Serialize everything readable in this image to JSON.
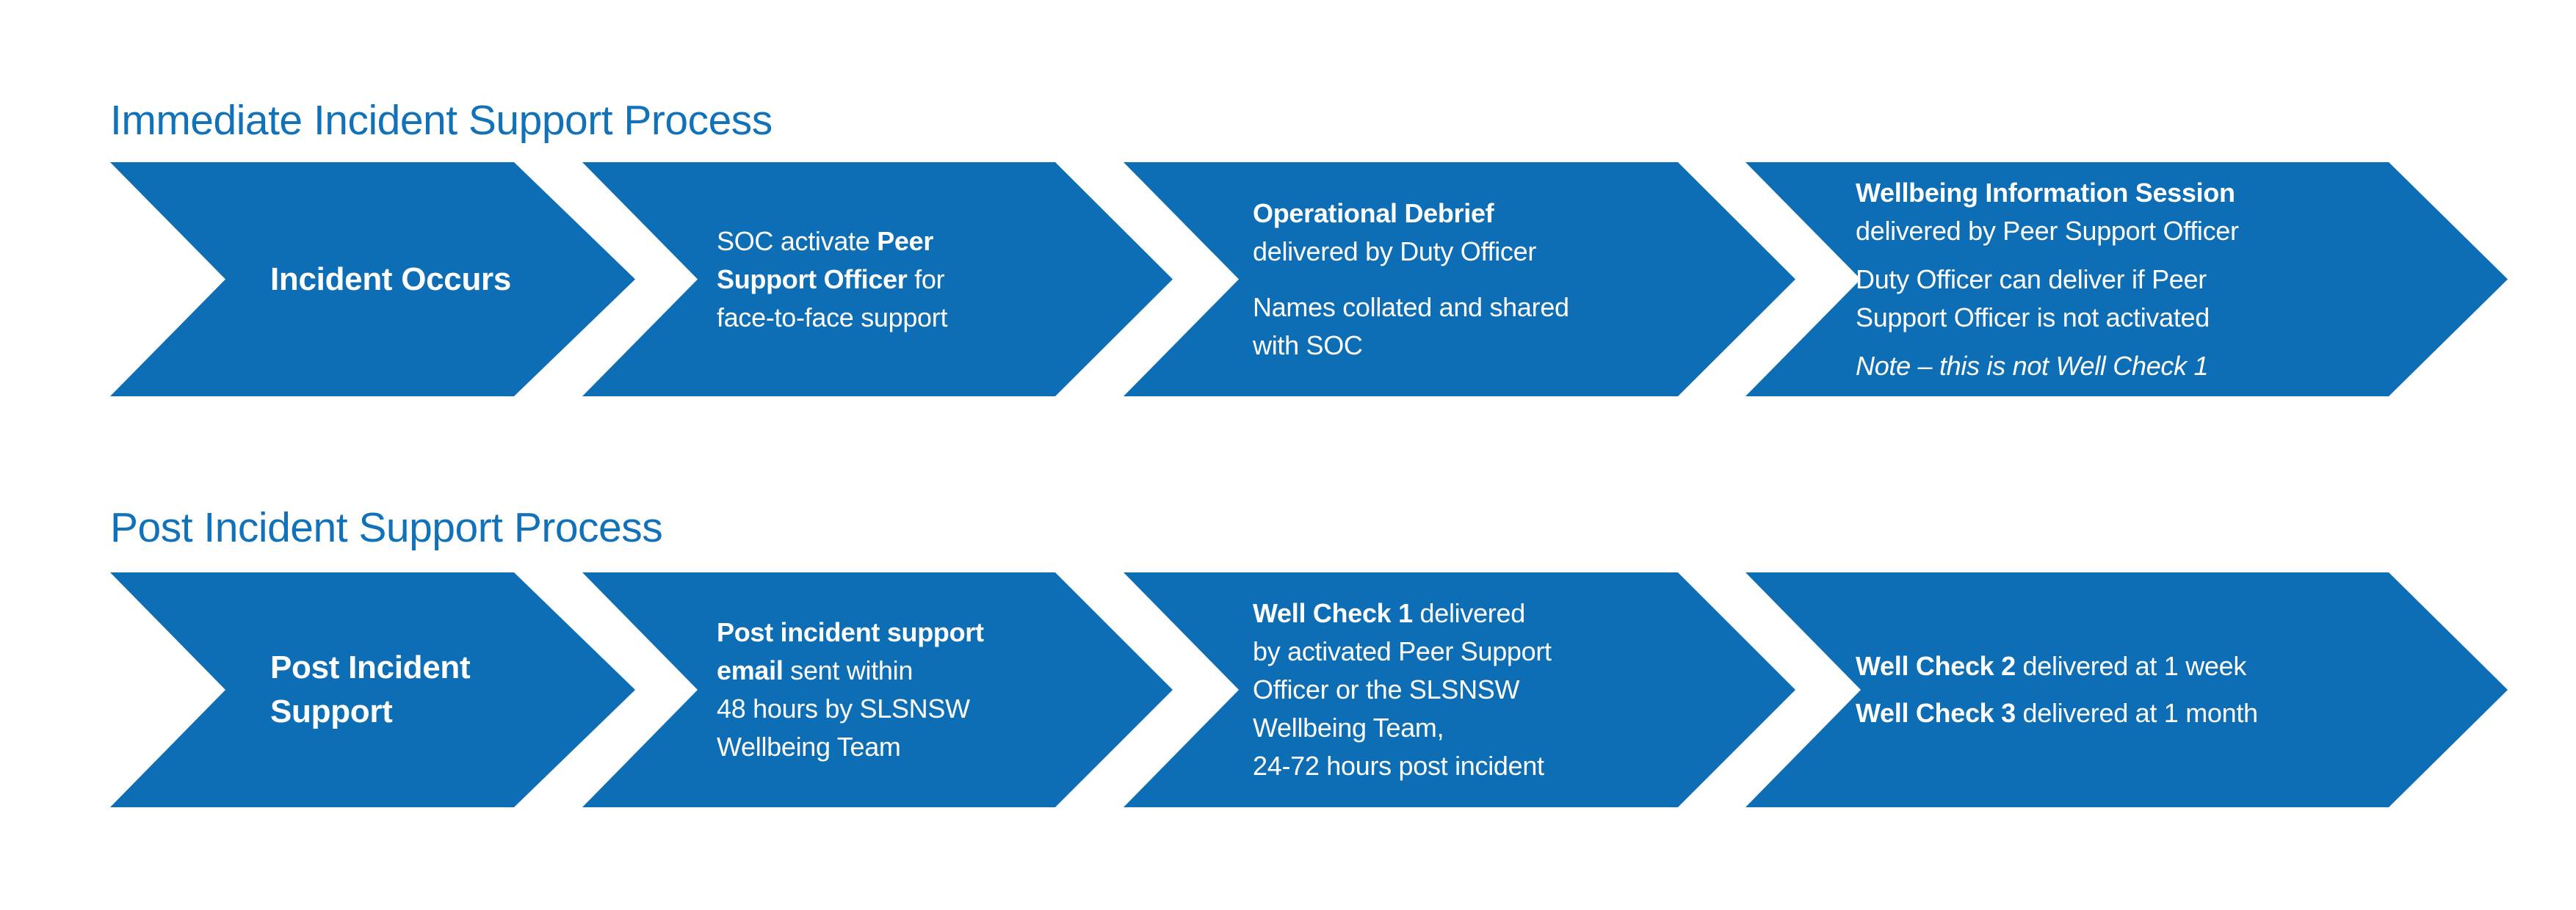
{
  "colors": {
    "arrow_blue": "#0D6DB5",
    "heading_blue": "#1171B9",
    "text_white": "#FFFFFF"
  },
  "sections": [
    {
      "heading": "Immediate Incident Support Process",
      "arrows": [
        {
          "name": "incident-occurs",
          "lines": [
            [
              {
                "t": "Incident Occurs"
              }
            ]
          ]
        },
        {
          "name": "soc-activate-peer-support",
          "lines": [
            [
              {
                "t": "SOC activate "
              },
              {
                "t": "Peer"
              }
            ],
            [
              {
                "t": "Support Officer"
              },
              {
                "t": " for"
              }
            ],
            [
              {
                "t": "face-to-face support"
              }
            ]
          ]
        },
        {
          "name": "operational-debrief",
          "lines": [
            [
              {
                "t": "Operational Debrief"
              }
            ],
            [
              {
                "t": "delivered by Duty Officer"
              }
            ],
            [
              {
                "t": "Names collated and shared"
              }
            ],
            [
              {
                "t": "with SOC"
              }
            ]
          ]
        },
        {
          "name": "wellbeing-information-session",
          "lines": [
            [
              {
                "t": "Wellbeing Information Session"
              }
            ],
            [
              {
                "t": "delivered by Peer Support Officer"
              }
            ],
            [
              {
                "t": "Duty Officer can deliver if Peer"
              }
            ],
            [
              {
                "t": "Support Officer is not activated"
              }
            ],
            [
              {
                "t": "Note – this is not Well Check 1"
              }
            ]
          ]
        }
      ]
    },
    {
      "heading": "Post Incident Support Process",
      "arrows": [
        {
          "name": "post-incident-support",
          "lines": [
            [
              {
                "t": "Post Incident"
              }
            ],
            [
              {
                "t": "Support"
              }
            ]
          ]
        },
        {
          "name": "post-incident-support-email",
          "lines": [
            [
              {
                "t": "Post incident support"
              }
            ],
            [
              {
                "t": "email"
              },
              {
                "t": " sent within"
              }
            ],
            [
              {
                "t": "48 hours by SLSNSW"
              }
            ],
            [
              {
                "t": "Wellbeing Team"
              }
            ]
          ]
        },
        {
          "name": "well-check-1",
          "lines": [
            [
              {
                "t": "Well Check 1"
              },
              {
                "t": " delivered"
              }
            ],
            [
              {
                "t": "by activated Peer Support"
              }
            ],
            [
              {
                "t": "Officer or the SLSNSW"
              }
            ],
            [
              {
                "t": "Wellbeing Team,"
              }
            ],
            [
              {
                "t": "24-72 hours post incident"
              }
            ]
          ]
        },
        {
          "name": "well-check-2-3",
          "lines": [
            [
              {
                "t": "Well Check 2"
              },
              {
                "t": " delivered at 1 week"
              }
            ],
            [
              {
                "t": "Well Check 3"
              },
              {
                "t": " delivered at 1 month"
              }
            ]
          ]
        }
      ]
    }
  ]
}
